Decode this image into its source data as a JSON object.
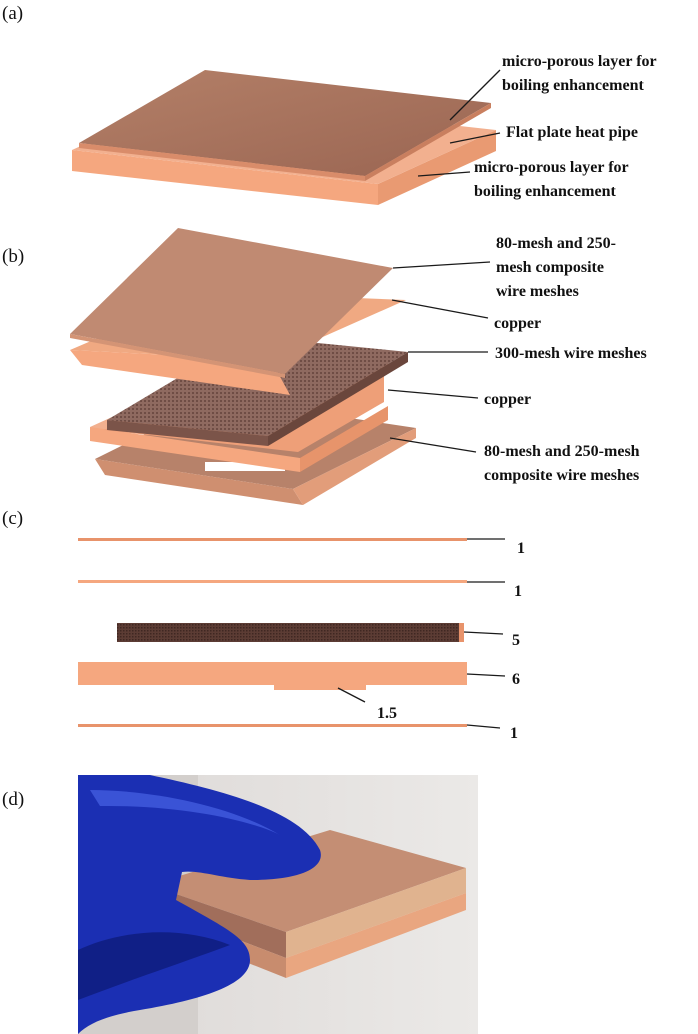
{
  "panels": {
    "a": "(a)",
    "b": "(b)",
    "c": "(c)",
    "d": "(d)"
  },
  "panel_a": {
    "label_top_line1": "micro-porous layer for",
    "label_top_line2": "boiling enhancement",
    "label_mid": "Flat plate heat pipe",
    "label_bottom_line1": "micro-porous layer for",
    "label_bottom_line2": "boiling enhancement"
  },
  "panel_b": {
    "label_1_line1": "80-mesh and 250-",
    "label_1_line2": "mesh composite",
    "label_1_line3": "wire meshes",
    "label_2": "copper",
    "label_3": "300-mesh wire meshes",
    "label_4": "copper",
    "label_5_line1": "80-mesh and 250-mesh",
    "label_5_line2": "composite wire meshes"
  },
  "panel_c": {
    "t1": "1",
    "t2": "1",
    "t3": "5",
    "t4": "6",
    "t5": "1.5",
    "t6": "1"
  },
  "colors": {
    "copper_light": "#f5a77f",
    "copper_mid": "#e8936b",
    "copper_top": "#a6705a",
    "copper_plate": "#c48e74",
    "mesh_dark": "#5a3b33",
    "glove_blue": "#1b2fb3",
    "photo_bg": "#e4e1df"
  }
}
